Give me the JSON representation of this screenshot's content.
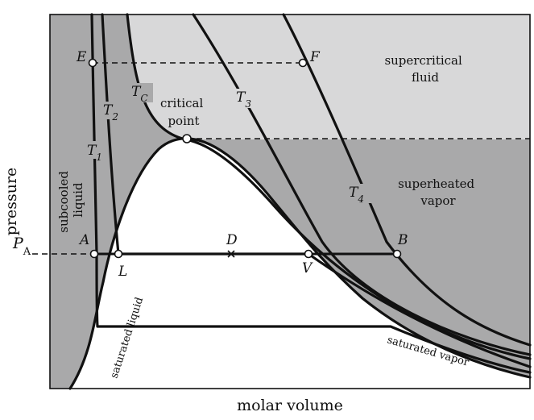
{
  "axes": {
    "x_label": "molar volume",
    "y_label": "pressure",
    "pressure_marker": {
      "symbol": "P",
      "subscript": "A"
    }
  },
  "regions": {
    "supercritical": [
      "supercritical",
      "fluid"
    ],
    "superheated": [
      "superheated",
      "vapor"
    ],
    "subcooled": [
      "subcooled",
      "liquid"
    ],
    "critical_point": [
      "critical",
      "point"
    ],
    "saturated_liquid": "saturated liquid",
    "saturated_vapor": "saturated vapor"
  },
  "isotherms": [
    {
      "id": "T1",
      "symbol": "T",
      "subscript": "1"
    },
    {
      "id": "T2",
      "symbol": "T",
      "subscript": "2"
    },
    {
      "id": "TC",
      "symbol": "T",
      "subscript": "C"
    },
    {
      "id": "T3",
      "symbol": "T",
      "subscript": "3"
    },
    {
      "id": "T4",
      "symbol": "T",
      "subscript": "4"
    }
  ],
  "points": {
    "E": "E",
    "F": "F",
    "A": "A",
    "L": "L",
    "D": "D",
    "V": "V",
    "B": "B"
  },
  "colors": {
    "background": "#ffffff",
    "dark_region": "#a9a9aa",
    "light_region": "#d8d8d9",
    "two_phase_region": "#ffffff",
    "line": "#111111"
  }
}
